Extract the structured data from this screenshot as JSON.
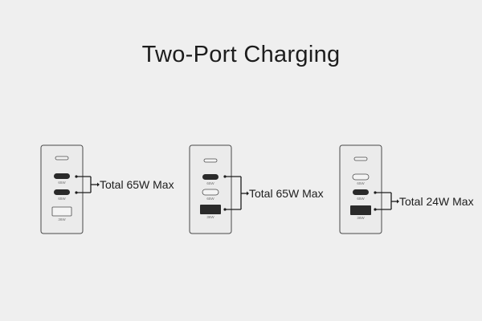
{
  "title": "Two-Port Charging",
  "colors": {
    "background": "#efefef",
    "device_body": "#ebebeb",
    "device_outline": "#4a4a4a",
    "port_active": "#2a2a2a",
    "port_idle": "#f4f4f4",
    "connector": "#1d1d1d"
  },
  "configurations": [
    {
      "ports": [
        {
          "type": "usb-c",
          "label": "",
          "active": false
        },
        {
          "type": "usb-c",
          "label": "65W",
          "active": true
        },
        {
          "type": "usb-c",
          "label": "65W",
          "active": true
        },
        {
          "type": "usb-a",
          "label": "36W",
          "active": false
        }
      ],
      "callout": "Total 65W Max"
    },
    {
      "ports": [
        {
          "type": "usb-c",
          "label": "",
          "active": false
        },
        {
          "type": "usb-c",
          "label": "65W",
          "active": true
        },
        {
          "type": "usb-c",
          "label": "65W",
          "active": false
        },
        {
          "type": "usb-a",
          "label": "36W",
          "active": true
        }
      ],
      "callout": "Total 65W Max"
    },
    {
      "ports": [
        {
          "type": "usb-c",
          "label": "",
          "active": false
        },
        {
          "type": "usb-c",
          "label": "65W",
          "active": false
        },
        {
          "type": "usb-c",
          "label": "65W",
          "active": true
        },
        {
          "type": "usb-a",
          "label": "36W",
          "active": true
        }
      ],
      "callout": "Total 24W Max"
    }
  ]
}
